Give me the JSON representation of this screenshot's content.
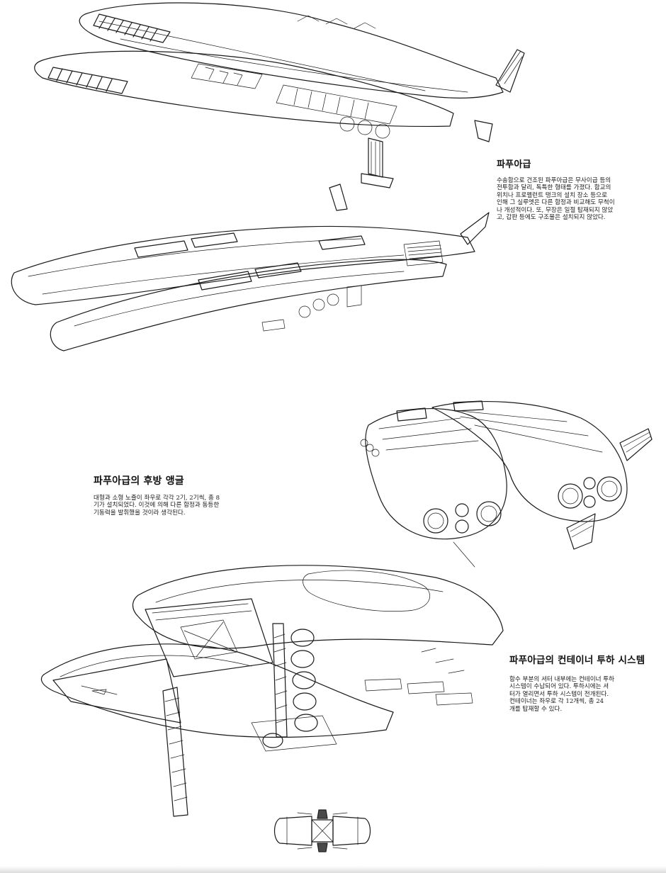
{
  "sections": [
    {
      "title": "파푸아급",
      "lines": [
        "수송함으로 건조된 파푸아급은 무사이급 등의",
        "전투함과 달리, 독특한 형태를 가졌다. 함교의",
        "위치나 프로펠런트 탱크의 설치 장소 등으로",
        "인해 그 실루엣은 다른 함정과 비교해도 무척이",
        "나 개성적이다. 또, 무장은 일절 탑재되지 않았",
        "고, 갑판 등에도 구조물은 설치되지 않았다."
      ]
    },
    {
      "title": "파푸아급의 후방 앵글",
      "lines": [
        "대형과 소형 노즐이 좌우로 각각 2기, 2기씩, 총 8",
        "기가 설치되었다. 이것에 의해 다른 함정과 동등한",
        "기동력을 발휘했을 것이라 생각된다."
      ]
    },
    {
      "title": "파푸아급의 컨테이너 투하 시스템",
      "lines": [
        "함수 부분의 셔터 내부에는 컨테이너 투하",
        "시스템이 수납되어 있다. 투하시에는 셔",
        "터가 열리면서 투하 시스템이 전개된다.",
        "컨테이너는 좌우로 각 12개씩, 총 24",
        "개를 탑재할 수 있다."
      ]
    }
  ]
}
